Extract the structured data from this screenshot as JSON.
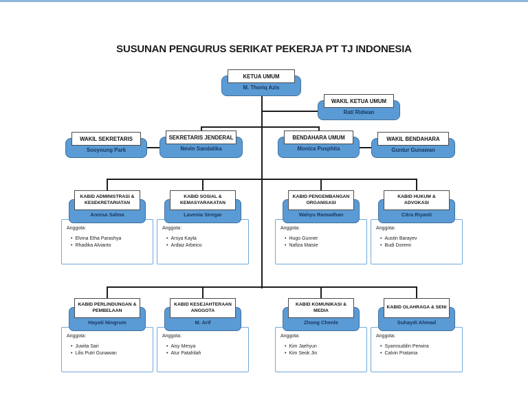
{
  "page": {
    "title": "SUSUNAN PENGURUS SERIKAT PEKERJA PT TJ INDONESIA",
    "anggota_label": "Anggota:",
    "bullet": "•"
  },
  "colors": {
    "box_fill": "#5b9bd5",
    "box_border": "#41719c",
    "name_text": "#17365d",
    "panel_border": "#6fa8dc",
    "connector": "#1c1c1c",
    "top_strip": "#8fb6dc"
  },
  "org": {
    "executives": [
      {
        "title": "KETUA UMUM",
        "name": "M. Thoriq Azis"
      },
      {
        "title": "WAKIL KETUA UMUM",
        "name": "Rati Ridwan"
      },
      {
        "title": "WAKIL SEKRETARIS",
        "name": "Sooyoung Park"
      },
      {
        "title": "SEKRETARIS JENDERAL",
        "name": "Nevin Sandatika"
      },
      {
        "title": "BENDAHARA UMUM",
        "name": "Monica Pusphita"
      },
      {
        "title": "WAKIL BENDAHARA",
        "name": "Guntur Gunawan"
      }
    ],
    "kabid_rows": [
      [
        {
          "title": "KABID ADMINISTRASI & KESEKRETARIATAN",
          "name": "Annisa Salma",
          "members": [
            "Elvina Etha Parashya",
            "Rhadika Alvianto"
          ]
        },
        {
          "title": "KABID SOSIAL & KEMASYARAKATAN",
          "name": "Lavenia Siregar",
          "members": [
            "Arsya Kayla",
            "Ardiaz Arbeico"
          ]
        },
        {
          "title": "KABID PENGEMBANGAN ORGANISASI",
          "name": "Wahyu Ramadhan",
          "members": [
            "Hugo Gunner",
            "Nafiza Maisie"
          ]
        },
        {
          "title": "KABID HUKUM & ADVOKASI",
          "name": "Citra Riyanti",
          "members": [
            "Austin Barayev",
            "Budi Doremi"
          ]
        }
      ],
      [
        {
          "title": "KABID PERLINDUNGAN & PEMBELAAN",
          "name": "Hayati Ningrum",
          "members": [
            "Juwita Sari",
            "Lilis Putri Gunawan"
          ]
        },
        {
          "title": "KABID KESEJAHTERAAN ANGGOTA",
          "name": "M. Arif",
          "members": [
            "Aisy Mesya",
            "Atur Patahilah"
          ]
        },
        {
          "title": "KABID KOMUNIKASI & MEDIA",
          "name": "Zhong Chenle",
          "members": [
            "Kim Jaehyun",
            "Kim Seok Jin"
          ]
        },
        {
          "title": "KABID OLAHRAGA & SENI",
          "name": "Suhaydi Ahmad",
          "members": [
            "Syamsuddin Perwira",
            "Calvin Pratama"
          ]
        }
      ]
    ]
  }
}
